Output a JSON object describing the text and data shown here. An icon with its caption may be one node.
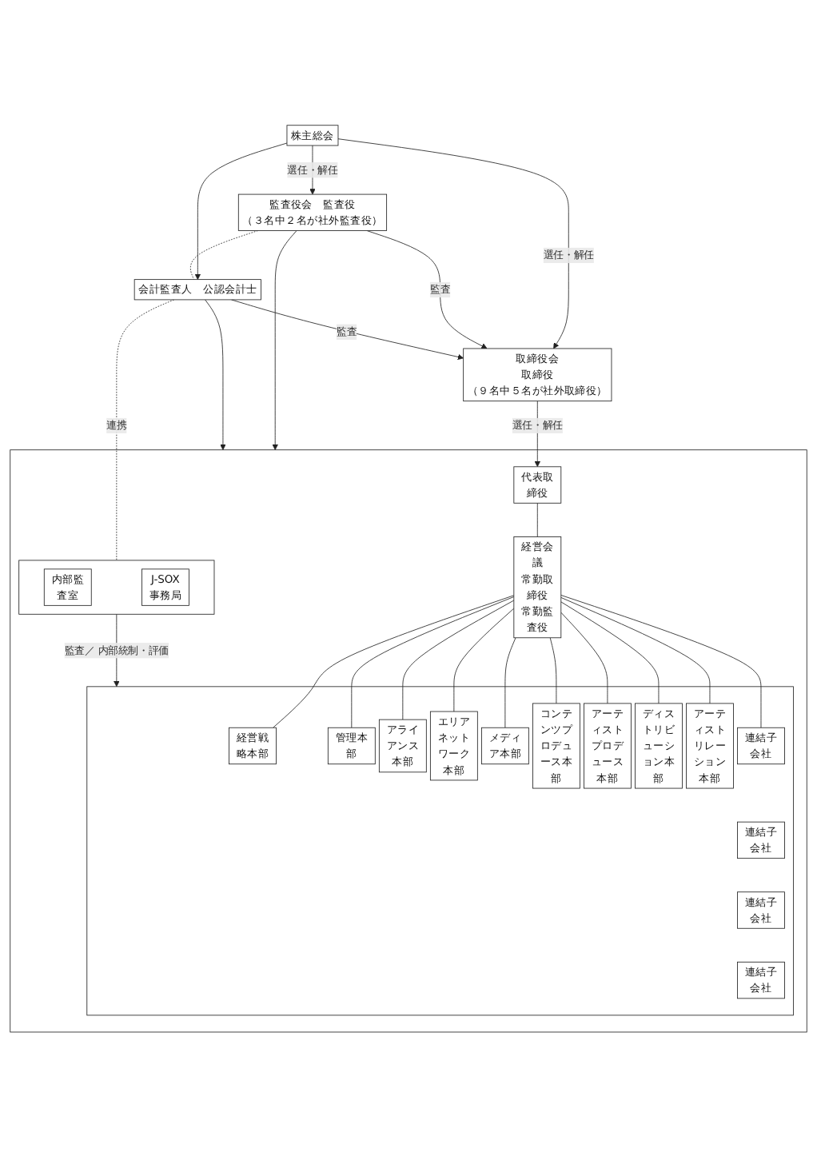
{
  "diagram": {
    "nodes": [
      {
        "text": [
          "株主総会"
        ]
      },
      {
        "text": [
          "取締役会",
          "取締役",
          "（９名中５名が社外取締役）"
        ]
      },
      {
        "text": [
          "監査役会　監査役",
          "（３名中２名が社外監査役）"
        ]
      },
      {
        "text": [
          "会計監査人　公認会計士"
        ]
      },
      {
        "text": [],
        "shape": "box"
      },
      {
        "text": [
          "代表取締役"
        ],
        "in": 4
      },
      {
        "text": [],
        "shape": "box",
        "in": 4
      },
      {
        "text": [
          "内部監査室"
        ],
        "in": 6
      },
      {
        "text": [
          "J-SOX事務局"
        ],
        "in": 6
      },
      {
        "text": [
          "経営会議",
          "常勤取締役",
          "常勤監査役"
        ],
        "in": 4
      },
      {
        "text": [],
        "shape": "box",
        "in": 4
      },
      {
        "text": [
          "経営戦略本部"
        ],
        "in": 10
      },
      {
        "text": [
          "管理本部"
        ],
        "in": 10
      },
      {
        "text": [
          "アライアンス本部"
        ],
        "in": 10
      },
      {
        "text": [
          "エリアネットワーク本部"
        ],
        "in": 10
      },
      {
        "text": [
          "メディア本部"
        ],
        "in": 10
      },
      {
        "text": [
          "コンテンツプロデュース本部"
        ],
        "in": 10
      },
      {
        "text": [
          "アーティストプロデュース本部"
        ],
        "in": 10
      },
      {
        "text": [
          "ディストリビューション本部"
        ],
        "in": 10
      },
      {
        "text": [
          "アーティストリレーション本部"
        ],
        "in": 10
      },
      {
        "text": [
          "連結子会社"
        ],
        "in": 10
      },
      {
        "text": [
          "連結子会社"
        ],
        "in": 10
      },
      {
        "text": [
          "連結子会社"
        ],
        "in": 10
      },
      {
        "text": [
          "連結子会社"
        ],
        "in": 10
      }
    ],
    "edges": [
      {
        "from": 0,
        "to": 1,
        "arrow": "to",
        "label": "選任・解任"
      },
      {
        "from": 0,
        "to": 2,
        "arrow": "to",
        "label": "選任・解任"
      },
      {
        "from": 0,
        "to": 3,
        "arrow": "to"
      },
      {
        "from": 2,
        "to": 1,
        "arrow": "to",
        "label": "監査"
      },
      {
        "from": 3,
        "to": 1,
        "arrow": "to",
        "label": "監査"
      },
      {
        "from": 2,
        "to": 4,
        "arrow": "to"
      },
      {
        "from": 3,
        "to": 4,
        "arrow": "to"
      },
      {
        "from": 1,
        "to": 5,
        "arrow": "to",
        "label": "選任・解任"
      },
      {
        "from": 2,
        "to": 3,
        "arrow": "none",
        "style": "dashed"
      },
      {
        "from": 3,
        "to": 6,
        "arrow": "none",
        "style": "dashed",
        "label": "連携"
      },
      {
        "from": 6,
        "to": 10,
        "arrow": "to",
        "label": "監査／ 内部統制・評価"
      },
      {
        "from": 5,
        "to": 9,
        "arrow": "none"
      },
      {
        "from": 9,
        "to": 11,
        "arrow": "none"
      },
      {
        "from": 9,
        "to": 12,
        "arrow": "none"
      },
      {
        "from": 9,
        "to": 13,
        "arrow": "none"
      },
      {
        "from": 9,
        "to": 14,
        "arrow": "none"
      },
      {
        "from": 9,
        "to": 15,
        "arrow": "none"
      },
      {
        "from": 9,
        "to": 16,
        "arrow": "none"
      },
      {
        "from": 9,
        "to": 17,
        "arrow": "none"
      },
      {
        "from": 9,
        "to": 18,
        "arrow": "none"
      },
      {
        "from": 9,
        "to": 19,
        "arrow": "none"
      },
      {
        "from": 9,
        "to": 20,
        "arrow": "none"
      }
    ]
  }
}
